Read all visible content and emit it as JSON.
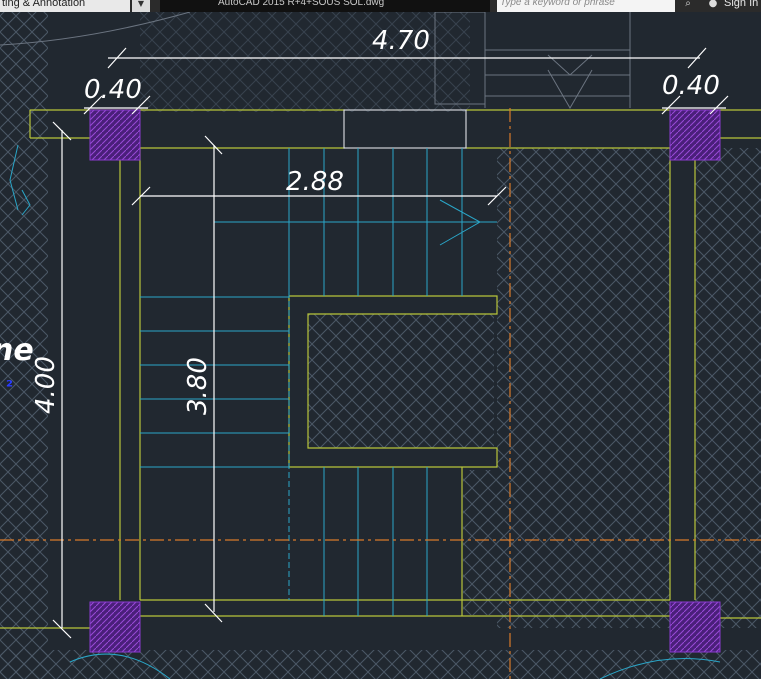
{
  "toolbar": {
    "workspace_label": "ting & Annotation",
    "title": "AutoCAD 2015    R+4+SOUS SOL.dwg",
    "search_placeholder": "Type a keyword or phrase",
    "sign_in_label": "Sign In"
  },
  "drawing": {
    "dim_overall_width": "4.70",
    "dim_column_left": "0.40",
    "dim_column_right": "0.40",
    "dim_stair_width": "2.88",
    "dim_stair_length": "3.80",
    "dim_overall_height": "4.00",
    "room_label_fragment": "ne",
    "room_area_fragment": "²"
  },
  "colors": {
    "background": "#212830",
    "wall": "#b8c53a",
    "stair": "#2aa6c8",
    "column": "#7a2aa8",
    "axis": "#d87a2a",
    "dimension": "#ffffff",
    "hatch": "#4b5866"
  }
}
